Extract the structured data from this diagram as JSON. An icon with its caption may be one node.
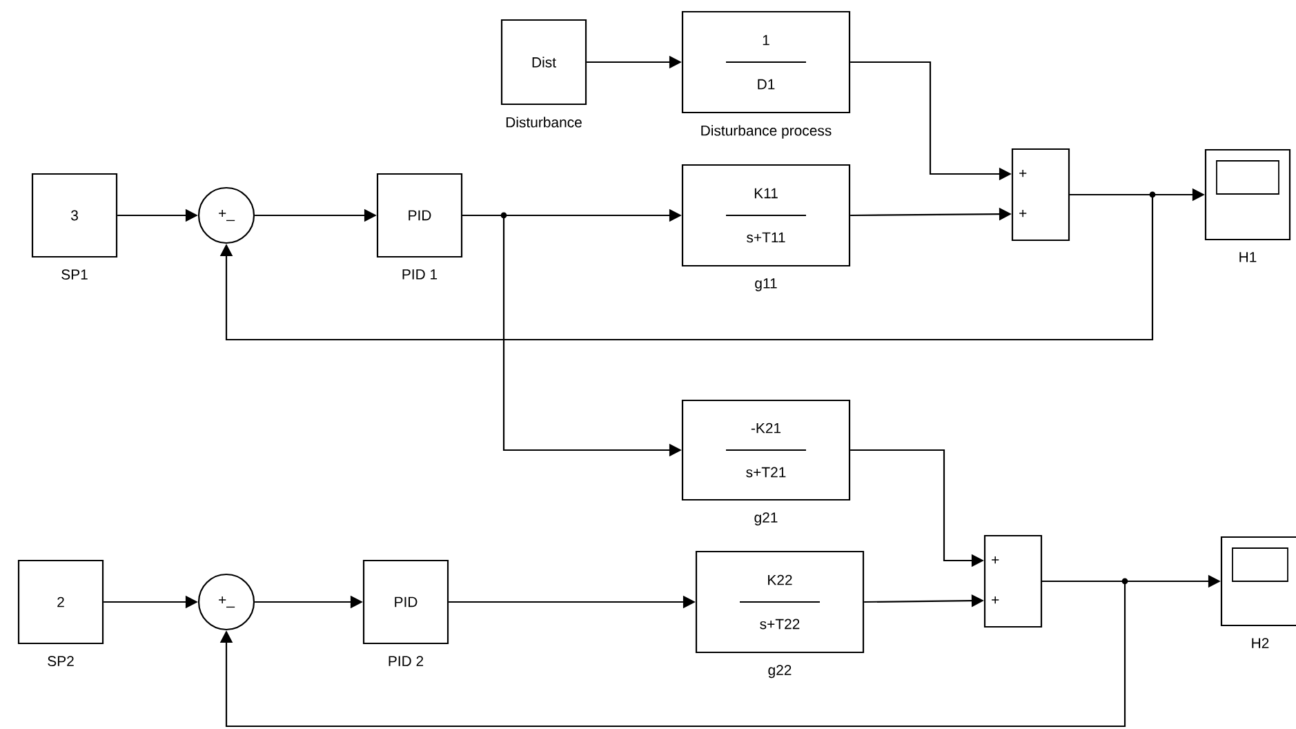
{
  "diagram": {
    "nodes": [
      {
        "text": [
          "Dist"
        ],
        "beside": [
          "Disturbance"
        ]
      },
      {
        "text": [
          "1",
          "D1"
        ],
        "beside": [
          "Disturbance process"
        ]
      },
      {
        "text": [
          "3"
        ],
        "beside": [
          "SP1"
        ]
      },
      {
        "text": [
          "+_"
        ]
      },
      {
        "text": [
          "PID"
        ],
        "beside": [
          "PID 1"
        ]
      },
      {
        "text": [
          "K11",
          "s+T11"
        ],
        "beside": [
          "g11"
        ]
      },
      {
        "text": [
          "+",
          "+"
        ]
      },
      {
        "text": [],
        "shape": "box",
        "beside": [
          "H1"
        ]
      },
      {
        "text": [
          "-K21",
          "s+T21"
        ],
        "beside": [
          "g21"
        ]
      },
      {
        "text": [
          "2"
        ],
        "beside": [
          "SP2"
        ]
      },
      {
        "text": [
          "+_"
        ]
      },
      {
        "text": [
          "PID"
        ],
        "beside": [
          "PID 2"
        ]
      },
      {
        "text": [
          "K22",
          "s+T22"
        ],
        "beside": [
          "g22"
        ]
      },
      {
        "text": [
          "+",
          "+"
        ]
      },
      {
        "text": [],
        "shape": "box",
        "beside": [
          "H2"
        ]
      }
    ],
    "edges": [
      {
        "from": 0,
        "to": 1,
        "arrow": "to"
      },
      {
        "from": 1,
        "to": 6,
        "arrow": "to"
      },
      {
        "from": 2,
        "to": 3,
        "arrow": "to"
      },
      {
        "from": 3,
        "to": 4,
        "arrow": "to"
      },
      {
        "from": 4,
        "to": 5,
        "arrow": "to"
      },
      {
        "from": 5,
        "to": 6,
        "arrow": "to"
      },
      {
        "from": 6,
        "to": 7,
        "arrow": "to"
      },
      {
        "from": 6,
        "to": 3,
        "arrow": "to"
      },
      {
        "from": 4,
        "to": 8,
        "arrow": "to"
      },
      {
        "from": 9,
        "to": 10,
        "arrow": "to"
      },
      {
        "from": 10,
        "to": 11,
        "arrow": "to"
      },
      {
        "from": 11,
        "to": 12,
        "arrow": "to"
      },
      {
        "from": 8,
        "to": 13,
        "arrow": "to"
      },
      {
        "from": 12,
        "to": 13,
        "arrow": "to"
      },
      {
        "from": 13,
        "to": 14,
        "arrow": "to"
      },
      {
        "from": 13,
        "to": 10,
        "arrow": "to"
      }
    ]
  }
}
